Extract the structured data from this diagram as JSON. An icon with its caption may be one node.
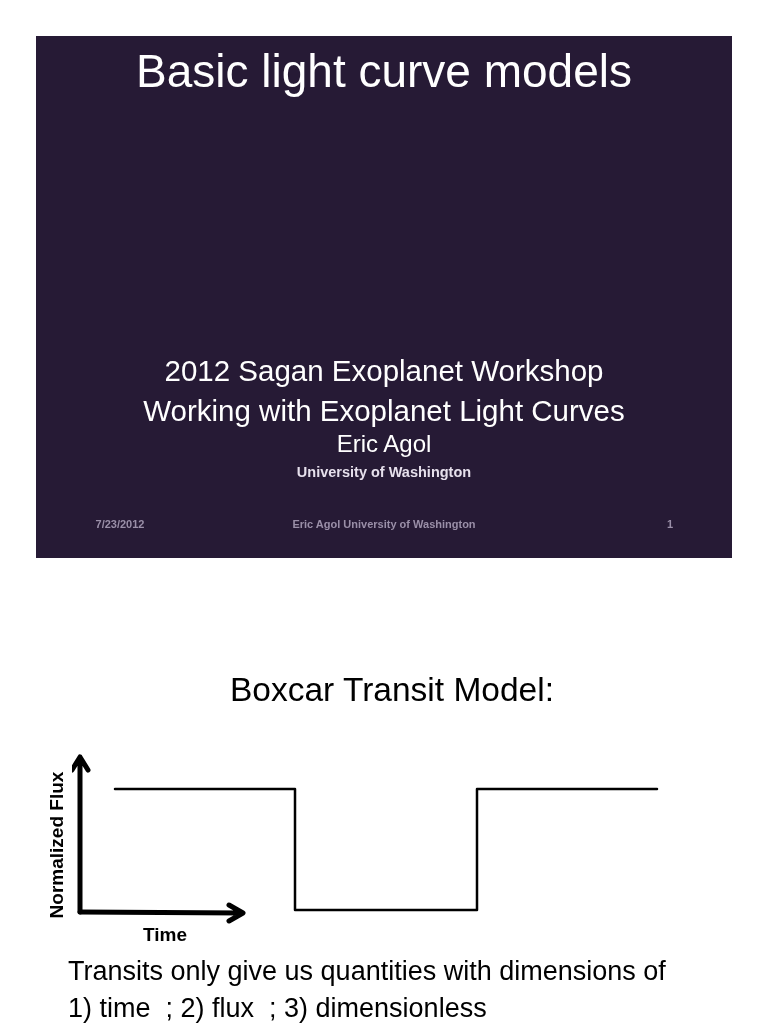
{
  "diagram": {
    "title": "Basic light curve models",
    "labels": [
      "2012 Sagan Exoplanet Workshop",
      "Working with Exoplanet Light Curves",
      "Eric Agol",
      "University of Washington",
      "7/23/2012",
      "Eric Agol University of Washington",
      "1",
      "Boxcar Transit Model:",
      "Normalized Flux",
      "Time",
      "Transits only give us quantities with dimensions of 1) time  ; 2) flux  ; 3) dimensionless"
    ]
  }
}
